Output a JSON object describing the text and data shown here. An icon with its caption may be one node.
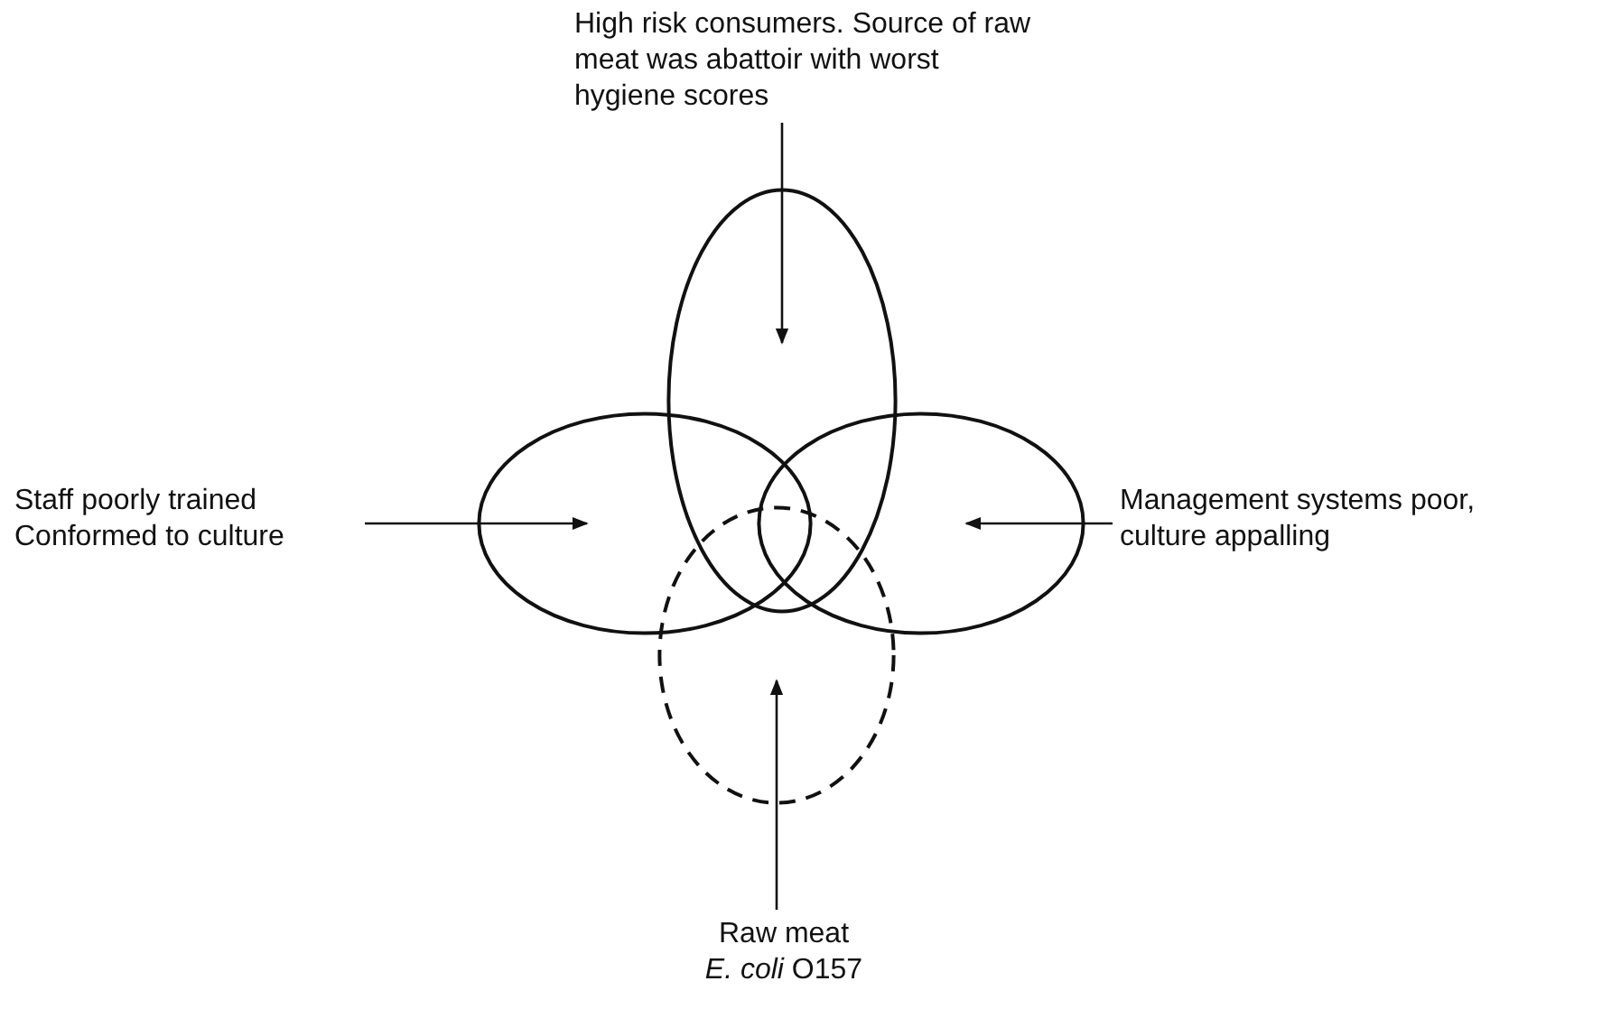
{
  "diagram": {
    "nodes": [
      {
        "text": [
          "High risk consumers. Source of raw meat was abattoir with worst hygiene scores"
        ]
      },
      {
        "text": [],
        "shape": "ellipse"
      },
      {
        "text": [
          "Staff poorly trained",
          "Conformed to culture"
        ]
      },
      {
        "text": [],
        "shape": "ellipse"
      },
      {
        "text": [],
        "shape": "ellipse"
      },
      {
        "text": [
          "Management systems poor, culture appalling"
        ]
      },
      {
        "text": [],
        "shape": "ellipse"
      },
      {
        "text": [
          "Raw meat",
          "*E. coli* O157"
        ]
      }
    ],
    "edges": [
      {
        "from": 0,
        "to": 1,
        "arrow": "to"
      },
      {
        "from": 2,
        "to": 3,
        "arrow": "to"
      },
      {
        "from": 5,
        "to": 4,
        "arrow": "to"
      },
      {
        "from": 7,
        "to": 6,
        "arrow": "to"
      }
    ]
  }
}
